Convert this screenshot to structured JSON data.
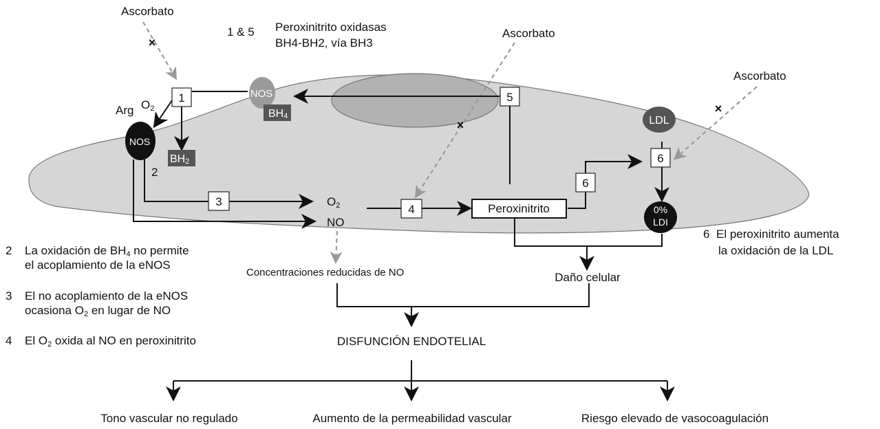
{
  "colors": {
    "cell_fill": "#d6d6d6",
    "nucleus_fill": "#b2b2b2",
    "nos_dark": "#111111",
    "nos_light": "#9a9a9a",
    "bh_box": "#555555",
    "ldl_fill": "#555555",
    "dashed_arrow": "#999999"
  },
  "legend_top": {
    "num": "1 & 5",
    "line1": "Peroxinitrito oxidasas",
    "line2": "BH4-BH2, vía BH3"
  },
  "ascorbato": [
    "Ascorbato",
    "Ascorbato",
    "Ascorbato"
  ],
  "step_boxes": [
    "1",
    "5",
    "6",
    "6",
    "3",
    "4"
  ],
  "molecules": {
    "arg": "Arg",
    "o2_base": "O",
    "o2_sub": "2",
    "nos": "NOS",
    "bh4_base": "BH",
    "bh4_sub": "4",
    "bh2_base": "BH",
    "bh2_sub": "2",
    "ldl": "LDL",
    "ox_ldl_top": "0%",
    "ox_ldl_bottom": "LDI",
    "no": "NO",
    "peroxinitrito": "Peroxinitrito",
    "step2_label": "2"
  },
  "outcomes": {
    "reduced_no": "Concentraciones reducidas de NO",
    "cell_damage": "Daño celular",
    "dysfunction": "DISFUNCIÓN ENDOTELIAL",
    "effects": [
      "Tono vascular no regulado",
      "Aumento de la permeabilidad vascular",
      "Riesgo elevado de vasocoagulación"
    ]
  },
  "notes_left": [
    {
      "num": "2",
      "line1_a": "La oxidación de BH",
      "line1_sub": "4",
      "line1_b": " no permite",
      "line2": "el acoplamiento de la eNOS"
    },
    {
      "num": "3",
      "line1": "El no acoplamiento de la eNOS",
      "line2_a": "ocasiona O",
      "line2_sub": "2",
      "line2_b": " en lugar de NO"
    },
    {
      "num": "4",
      "line1_a": "El O",
      "line1_sub": "2",
      "line1_b": " oxida al NO en peroxinitrito"
    }
  ],
  "note_right": {
    "num": "6",
    "line1": "El peroxinitrito aumenta",
    "line2": "la oxidación de la LDL"
  }
}
